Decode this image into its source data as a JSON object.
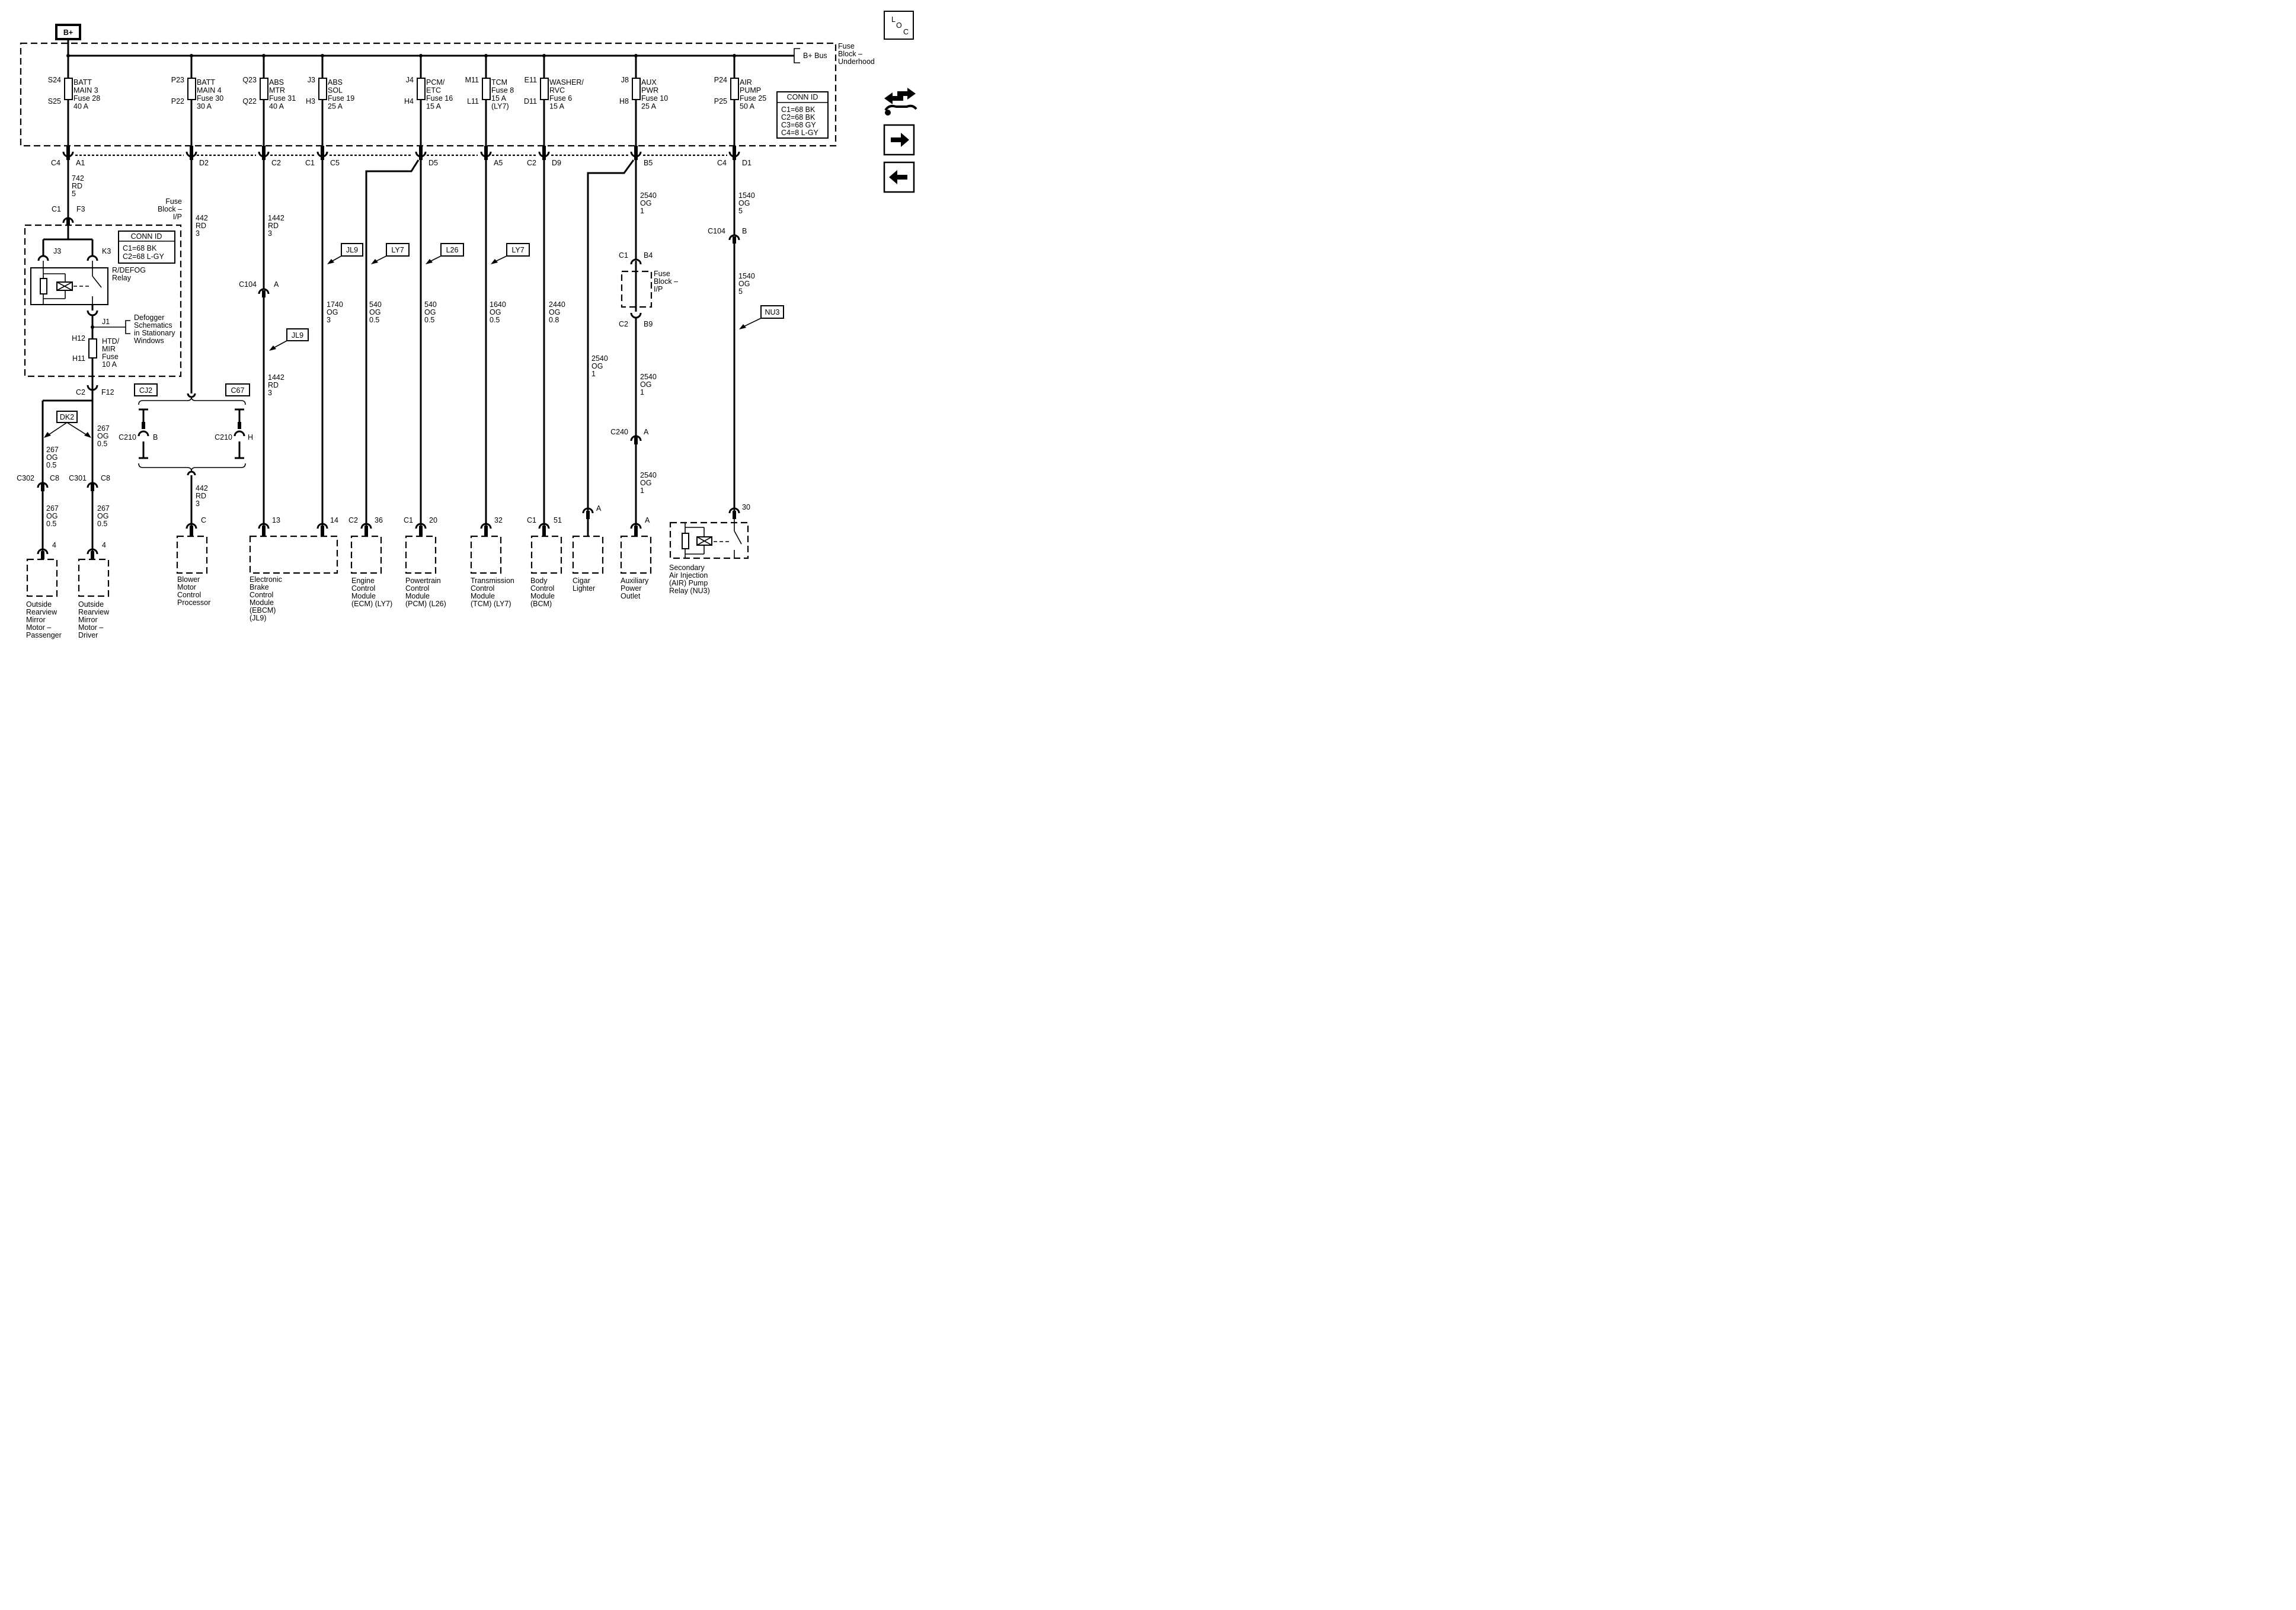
{
  "power": {
    "source": "B+",
    "bus": "B+ Bus",
    "block": [
      "Fuse",
      "Block –",
      "Underhood"
    ]
  },
  "ip_block": [
    "Fuse",
    "Block –",
    "I/P"
  ],
  "conn_underhood": {
    "title": "CONN ID",
    "lines": [
      "C1=68 BK",
      "C2=68 BK",
      "C3=68 GY",
      "C4=8 L-GY"
    ]
  },
  "conn_ip": {
    "title": "CONN ID",
    "lines": [
      "C1=68 BK",
      "C2=68 L-GY"
    ]
  },
  "loc_icon": {
    "l": "L",
    "o": "O",
    "c": "C"
  },
  "fuses": [
    {
      "top": "S24",
      "bot": "S25",
      "lines": [
        "BATT",
        "MAIN 3",
        "Fuse 28",
        "40 A"
      ],
      "cl": "C4",
      "cr": "A1"
    },
    {
      "top": "P23",
      "bot": "P22",
      "lines": [
        "BATT",
        "MAIN 4",
        "Fuse 30",
        "30 A"
      ],
      "cl": "",
      "cr": "D2"
    },
    {
      "top": "Q23",
      "bot": "Q22",
      "lines": [
        "ABS",
        "MTR",
        "Fuse 31",
        "40 A"
      ],
      "cl": "",
      "cr": "C2"
    },
    {
      "top": "J3",
      "bot": "H3",
      "lines": [
        "ABS",
        "SOL",
        "Fuse 19",
        "25 A"
      ],
      "cl": "C1",
      "cr": "C5"
    },
    {
      "top": "J4",
      "bot": "H4",
      "lines": [
        "PCM/",
        "ETC",
        "Fuse 16",
        "15 A"
      ],
      "cl": "",
      "cr": "D5"
    },
    {
      "top": "M11",
      "bot": "L11",
      "lines": [
        "TCM",
        "Fuse 8",
        "15 A",
        "(LY7)"
      ],
      "cl": "",
      "cr": "A5"
    },
    {
      "top": "E11",
      "bot": "D11",
      "lines": [
        "WASHER/",
        "RVC",
        "Fuse 6",
        "15 A"
      ],
      "cl": "C2",
      "cr": "D9"
    },
    {
      "top": "J8",
      "bot": "H8",
      "lines": [
        "AUX",
        "PWR",
        "Fuse 10",
        "25 A"
      ],
      "cl": "",
      "cr": "B5"
    },
    {
      "top": "P24",
      "bot": "P25",
      "lines": [
        "AIR",
        "PUMP",
        "Fuse 25",
        "50 A"
      ],
      "cl": "C4",
      "cr": "D1"
    }
  ],
  "relay": {
    "lines": [
      "R/DEFOG",
      "Relay"
    ],
    "j3": "J3",
    "k3": "K3",
    "j1": "J1",
    "c1": "C1",
    "f3": "F3",
    "c2": "C2",
    "f12": "F12"
  },
  "htd_fuse": {
    "top": "H12",
    "bot": "H11",
    "lines": [
      "HTD/",
      "MIR",
      "Fuse",
      "10 A"
    ]
  },
  "defog_ref": [
    "Defogger",
    "Schematics",
    "in Stationary",
    "Windows"
  ],
  "wires": {
    "w742": [
      "742",
      "RD",
      "5"
    ],
    "w442a": [
      "442",
      "RD",
      "3"
    ],
    "w442b": [
      "442",
      "RD",
      "3"
    ],
    "w1442a": [
      "1442",
      "RD",
      "3"
    ],
    "w1442b": [
      "1442",
      "RD",
      "3"
    ],
    "w1740": [
      "1740",
      "OG",
      "3"
    ],
    "w540a": [
      "540",
      "OG",
      "0.5"
    ],
    "w540b": [
      "540",
      "OG",
      "0.5"
    ],
    "w1640": [
      "1640",
      "OG",
      "0.5"
    ],
    "w2440": [
      "2440",
      "OG",
      "0.8"
    ],
    "w2540cig": [
      "2540",
      "OG",
      "1"
    ],
    "w2540a": [
      "2540",
      "OG",
      "1"
    ],
    "w2540b": [
      "2540",
      "OG",
      "1"
    ],
    "w2540c": [
      "2540",
      "OG",
      "1"
    ],
    "w1540a": [
      "1540",
      "OG",
      "5"
    ],
    "w1540b": [
      "1540",
      "OG",
      "5"
    ],
    "w267a": [
      "267",
      "OG",
      "0.5"
    ],
    "w267b": [
      "267",
      "OG",
      "0.5"
    ],
    "w267c": [
      "267",
      "OG",
      "0.5"
    ],
    "w267d": [
      "267",
      "OG",
      "0.5"
    ]
  },
  "options": {
    "jl9a": "JL9",
    "ly7a": "LY7",
    "l26": "L26",
    "ly7b": "LY7",
    "jl9b": "JL9",
    "nu3": "NU3",
    "dk2": "DK2",
    "cj2": "CJ2",
    "c67": "C67"
  },
  "connectors": {
    "c104a": "C104",
    "c104a_pin": "A",
    "c104b": "C104",
    "c104b_pin": "B",
    "c210a": "C210",
    "c210a_pin": "B",
    "c210b": "C210",
    "c210b_pin": "H",
    "c302": "C302",
    "c302_pin": "C8",
    "c301": "C301",
    "c301_pin": "C8",
    "ip_c1": "C1",
    "ip_b4": "B4",
    "ip_c2": "C2",
    "ip_b9": "B9",
    "c240": "C240",
    "c240_pin": "A"
  },
  "components": [
    {
      "lines": [
        "Outside",
        "Rearview",
        "Mirror",
        "Motor –",
        "Passenger"
      ],
      "pin": "4",
      "conn": ""
    },
    {
      "lines": [
        "Outside",
        "Rearview",
        "Mirror",
        "Motor –",
        "Driver"
      ],
      "pin": "4",
      "conn": ""
    },
    {
      "lines": [
        "Blower",
        "Motor",
        "Control",
        "Processor"
      ],
      "pin": "C",
      "conn": ""
    },
    {
      "lines": [
        "Electronic",
        "Brake",
        "Control",
        "Module",
        "(EBCM)",
        "(JL9)"
      ],
      "pin": "13",
      "pin2": "14",
      "conn": ""
    },
    {
      "lines": [
        "Engine",
        "Control",
        "Module",
        "(ECM) (LY7)"
      ],
      "pin": "36",
      "conn": "C2"
    },
    {
      "lines": [
        "Powertrain",
        "Control",
        "Module",
        "(PCM) (L26)"
      ],
      "pin": "20",
      "conn": "C1"
    },
    {
      "lines": [
        "Transmission",
        "Control",
        "Module",
        "(TCM) (LY7)"
      ],
      "pin": "32",
      "conn": ""
    },
    {
      "lines": [
        "Body",
        "Control",
        "Module",
        "(BCM)"
      ],
      "pin": "51",
      "conn": "C1"
    },
    {
      "lines": [
        "Cigar",
        "Lighter"
      ],
      "pin": "A",
      "conn": ""
    },
    {
      "lines": [
        "Auxiliary",
        "Power",
        "Outlet"
      ],
      "pin": "A",
      "conn": ""
    },
    {
      "lines": [
        "Secondary",
        "Air Injection",
        "(AIR) Pump",
        "Relay (NU3)"
      ],
      "pin": "30",
      "conn": ""
    }
  ]
}
